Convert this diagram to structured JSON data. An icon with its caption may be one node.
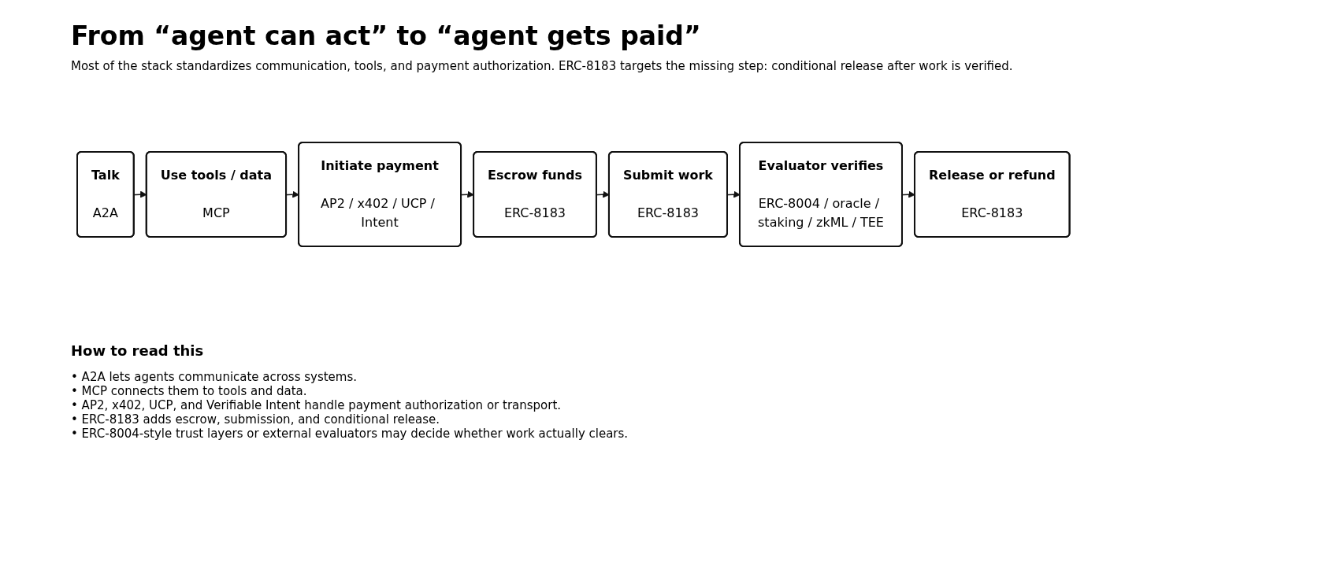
{
  "diagram": {
    "title": "From “agent can act” to “agent gets paid”",
    "nodes": [
      {
        "text": [
          "Talk",
          "A2A"
        ]
      },
      {
        "text": [
          "Use tools / data",
          "MCP"
        ]
      },
      {
        "text": [
          "Initiate payment",
          "AP2 / x402 / UCP / Intent"
        ]
      },
      {
        "text": [
          "Escrow funds",
          "ERC-8183"
        ]
      },
      {
        "text": [
          "Submit work",
          "ERC-8183"
        ]
      },
      {
        "text": [
          "Evaluator verifies",
          "ERC-8004 / oracle / staking / zkML / TEE"
        ]
      },
      {
        "text": [
          "Release or refund",
          "ERC-8183"
        ]
      }
    ],
    "edges": [
      {
        "from": 0,
        "to": 1,
        "arrow": "to"
      },
      {
        "from": 1,
        "to": 2,
        "arrow": "to"
      },
      {
        "from": 2,
        "to": 3,
        "arrow": "to"
      },
      {
        "from": 3,
        "to": 4,
        "arrow": "to"
      },
      {
        "from": 4,
        "to": 5,
        "arrow": "to"
      },
      {
        "from": 5,
        "to": 6,
        "arrow": "to"
      }
    ],
    "labels": [
      "Most of the stack standardizes communication, tools, and payment authorization. ERC-8183 targets the missing step: conditional release after work is verified.",
      "How to read this",
      "• A2A lets agents communicate across systems.",
      "• MCP connects them to tools and data.",
      "• AP2, x402, UCP, and Verifiable Intent handle payment authorization or transport.",
      "• ERC-8183 adds escrow, submission, and conditional release.",
      "• ERC-8004-style trust layers or external evaluators may decide whether work actually clears."
    ]
  }
}
